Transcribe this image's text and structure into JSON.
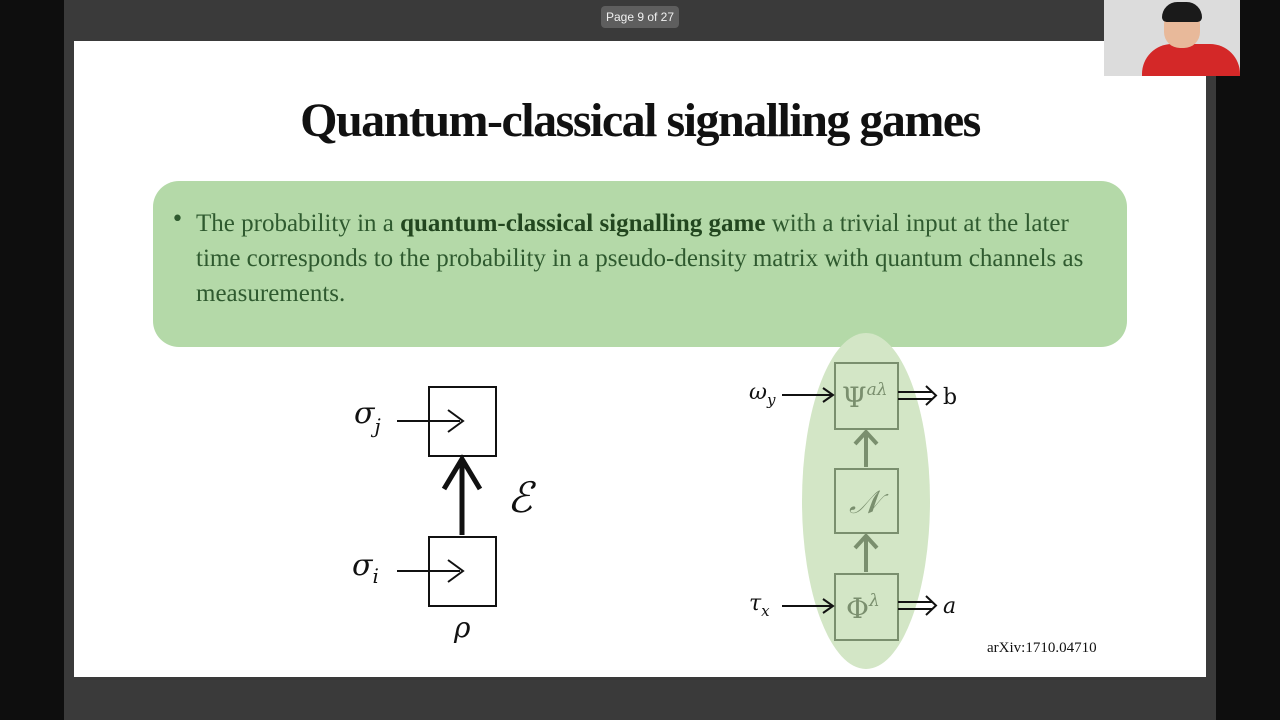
{
  "viewer": {
    "page_indicator": "Page 9 of 27"
  },
  "slide": {
    "title": "Quantum-classical signalling games",
    "bullet_text": {
      "pre": "The probability in a ",
      "bold": "quantum-classical signalling game",
      "post": " with a trivial input at the later time corresponds to the probability in a pseudo-density matrix with quantum channels as measurements."
    },
    "left_diagram": {
      "input_top": "σ",
      "input_top_sub": "j",
      "input_bottom": "σ",
      "input_bottom_sub": "i",
      "channel": "ℰ",
      "state": "ρ"
    },
    "right_diagram": {
      "top_input": "ω",
      "top_input_sub": "y",
      "top_box": "Ψ",
      "top_box_sup": "aλ",
      "top_output": "b",
      "middle_box": "𝒩",
      "bottom_input": "τ",
      "bottom_input_sub": "x",
      "bottom_box": "Φ",
      "bottom_box_sup": "λ",
      "bottom_output": "a"
    },
    "citation": "arXiv:1710.04710"
  },
  "colors": {
    "highlight_box": "#b4d9a8",
    "highlight_text": "#2f5a2f",
    "diagram_green": "#7a8f6e",
    "ellipse": "#d3e6c6"
  }
}
